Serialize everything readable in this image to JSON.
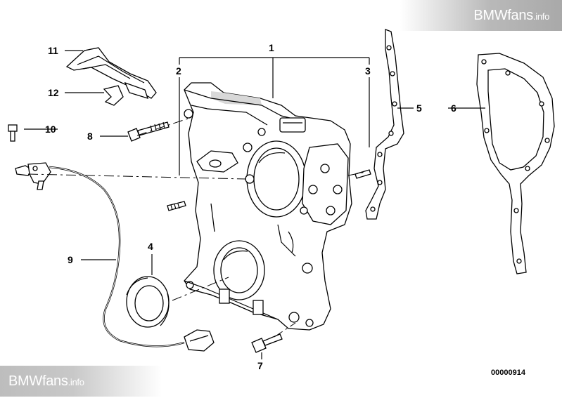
{
  "watermark": {
    "top_brand": "BMWfans",
    "top_suffix": ".info",
    "bottom_brand": "BMWfans",
    "bottom_suffix": ".info"
  },
  "diagram_code": "00000914",
  "callouts": {
    "c1": "1",
    "c2": "2",
    "c3": "3",
    "c4": "4",
    "c5": "5",
    "c6": "6",
    "c7": "7",
    "c8": "8",
    "c9": "9",
    "c10": "10",
    "c11": "11",
    "c12": "12"
  }
}
